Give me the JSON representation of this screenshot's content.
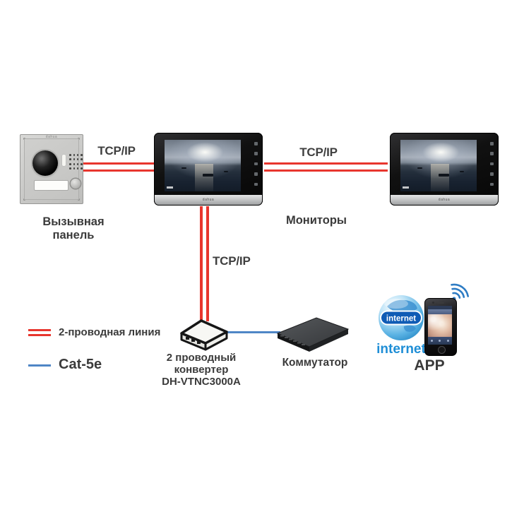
{
  "diagram": {
    "title_hint": "2-wire video intercom topology",
    "colors": {
      "two_wire_line": "#e8362e",
      "cat5e_line": "#4f86c6",
      "label_text": "#3a3a3a",
      "internet_blue": "#1e8ed6"
    },
    "connections": {
      "tcpip": "TCP/IP"
    },
    "nodes": {
      "door_station": {
        "label": "Вызывная панель",
        "brand": "dahua"
      },
      "monitors": {
        "label": "Мониторы",
        "brand": "dahua"
      },
      "converter": {
        "label_line1": "2 проводный конвертер",
        "label_line2": "DH-VTNC3000A"
      },
      "switch": {
        "label": "Коммутатор"
      },
      "internet": {
        "badge": "internet",
        "label": "internet"
      },
      "app": {
        "label": "APP"
      }
    },
    "legend": {
      "two_wire": "2-проводная линия",
      "cat5e": "Cat-5e"
    }
  }
}
